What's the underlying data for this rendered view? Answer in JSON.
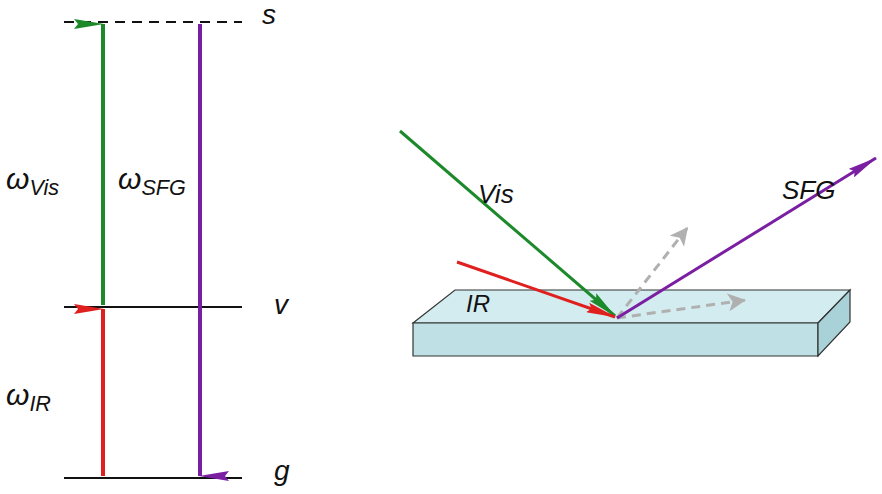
{
  "diagram": {
    "labels": [
      "s",
      "v",
      "g",
      "ωVis",
      "ωSFG",
      "ωIR",
      "Vis",
      "IR",
      "SFG"
    ]
  }
}
